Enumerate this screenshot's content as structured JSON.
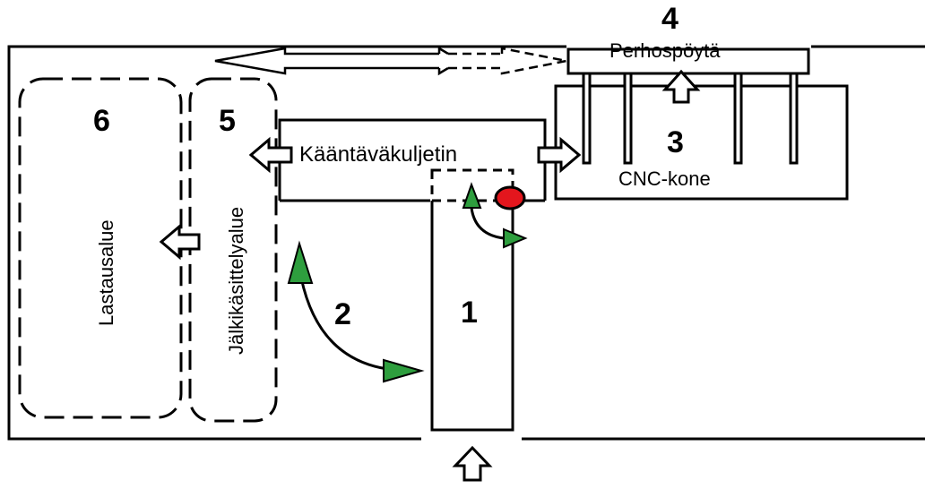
{
  "areas": {
    "area_1": {
      "number": "1"
    },
    "area_2": {
      "number": "2"
    },
    "area_3": {
      "number": "3",
      "label": "CNC-kone"
    },
    "area_4": {
      "number": "4",
      "label": "Perhospöytä"
    },
    "area_5": {
      "number": "5",
      "label": "Jälkikäsittelyalue"
    },
    "area_6": {
      "number": "6",
      "label": "Lastausalue"
    },
    "conveyor": {
      "label": "Kääntäväkuljetin"
    }
  },
  "colors": {
    "line": "#000000",
    "robot_arrow": "#2e9e3e",
    "robot_marker": "#e3161d"
  },
  "icons": [
    "hollow-arrow-icon",
    "robot-motion-arrow-icon",
    "stop-marker-icon"
  ]
}
